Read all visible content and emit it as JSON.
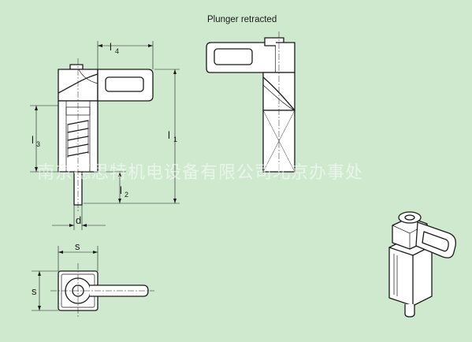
{
  "caption": "Plunger retracted",
  "dimensions": {
    "l4": {
      "main": "l",
      "sub": "4"
    },
    "l1": {
      "main": "l",
      "sub": "1"
    },
    "l3": {
      "main": "l",
      "sub": "3"
    },
    "l2": {
      "main": "l",
      "sub": "2"
    },
    "d": "d",
    "s_top": "s",
    "s_side": "s"
  },
  "watermark": "南京德思特机电设备有限公司北京办事处"
}
